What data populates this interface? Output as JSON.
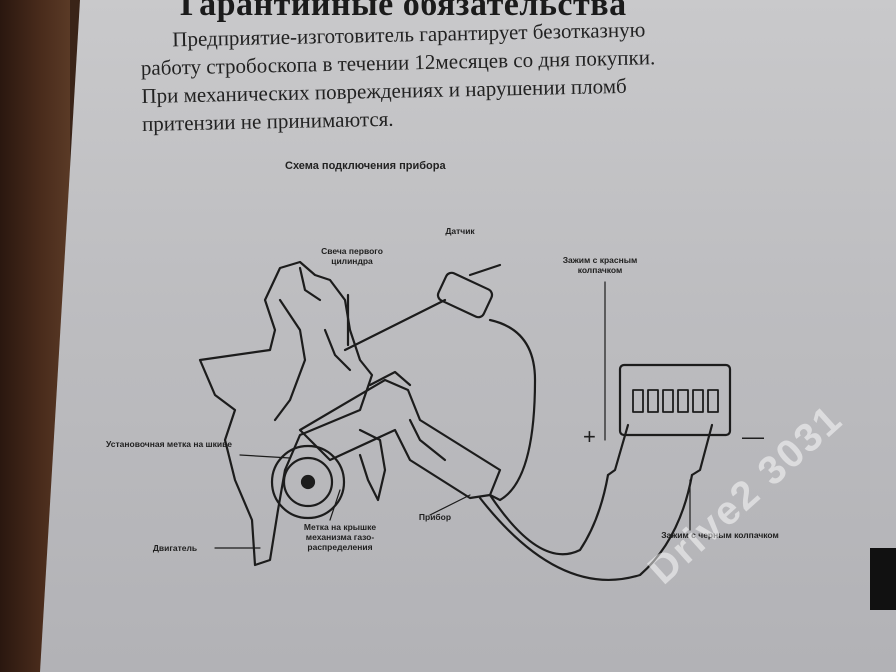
{
  "document": {
    "title": "Гарантийные обязательства",
    "paragraph_lines": [
      "Предприятие-изготовитель гарантирует безотказную",
      "работу стробоскопа в течении 12месяцев со дня покупки.",
      "При механических повреждениях и нарушении пломб",
      "притензии не принимаются."
    ]
  },
  "diagram": {
    "title": "Схема подключения прибора",
    "labels": {
      "sensor": "Датчик",
      "spark_plug": "Свеча первого цилиндра",
      "red_clamp": "Зажим с красным колпачком",
      "mark_pulley": "Установочная метка на шкиве",
      "engine": "Двигатель",
      "mark_cover": "Метка на крышке механизма газо-распределения",
      "device": "Прибор",
      "black_clamp": "Зажим с черным колпачком"
    },
    "signs": {
      "plus": "+",
      "minus": "—"
    }
  },
  "watermark": "Drive2 3031"
}
